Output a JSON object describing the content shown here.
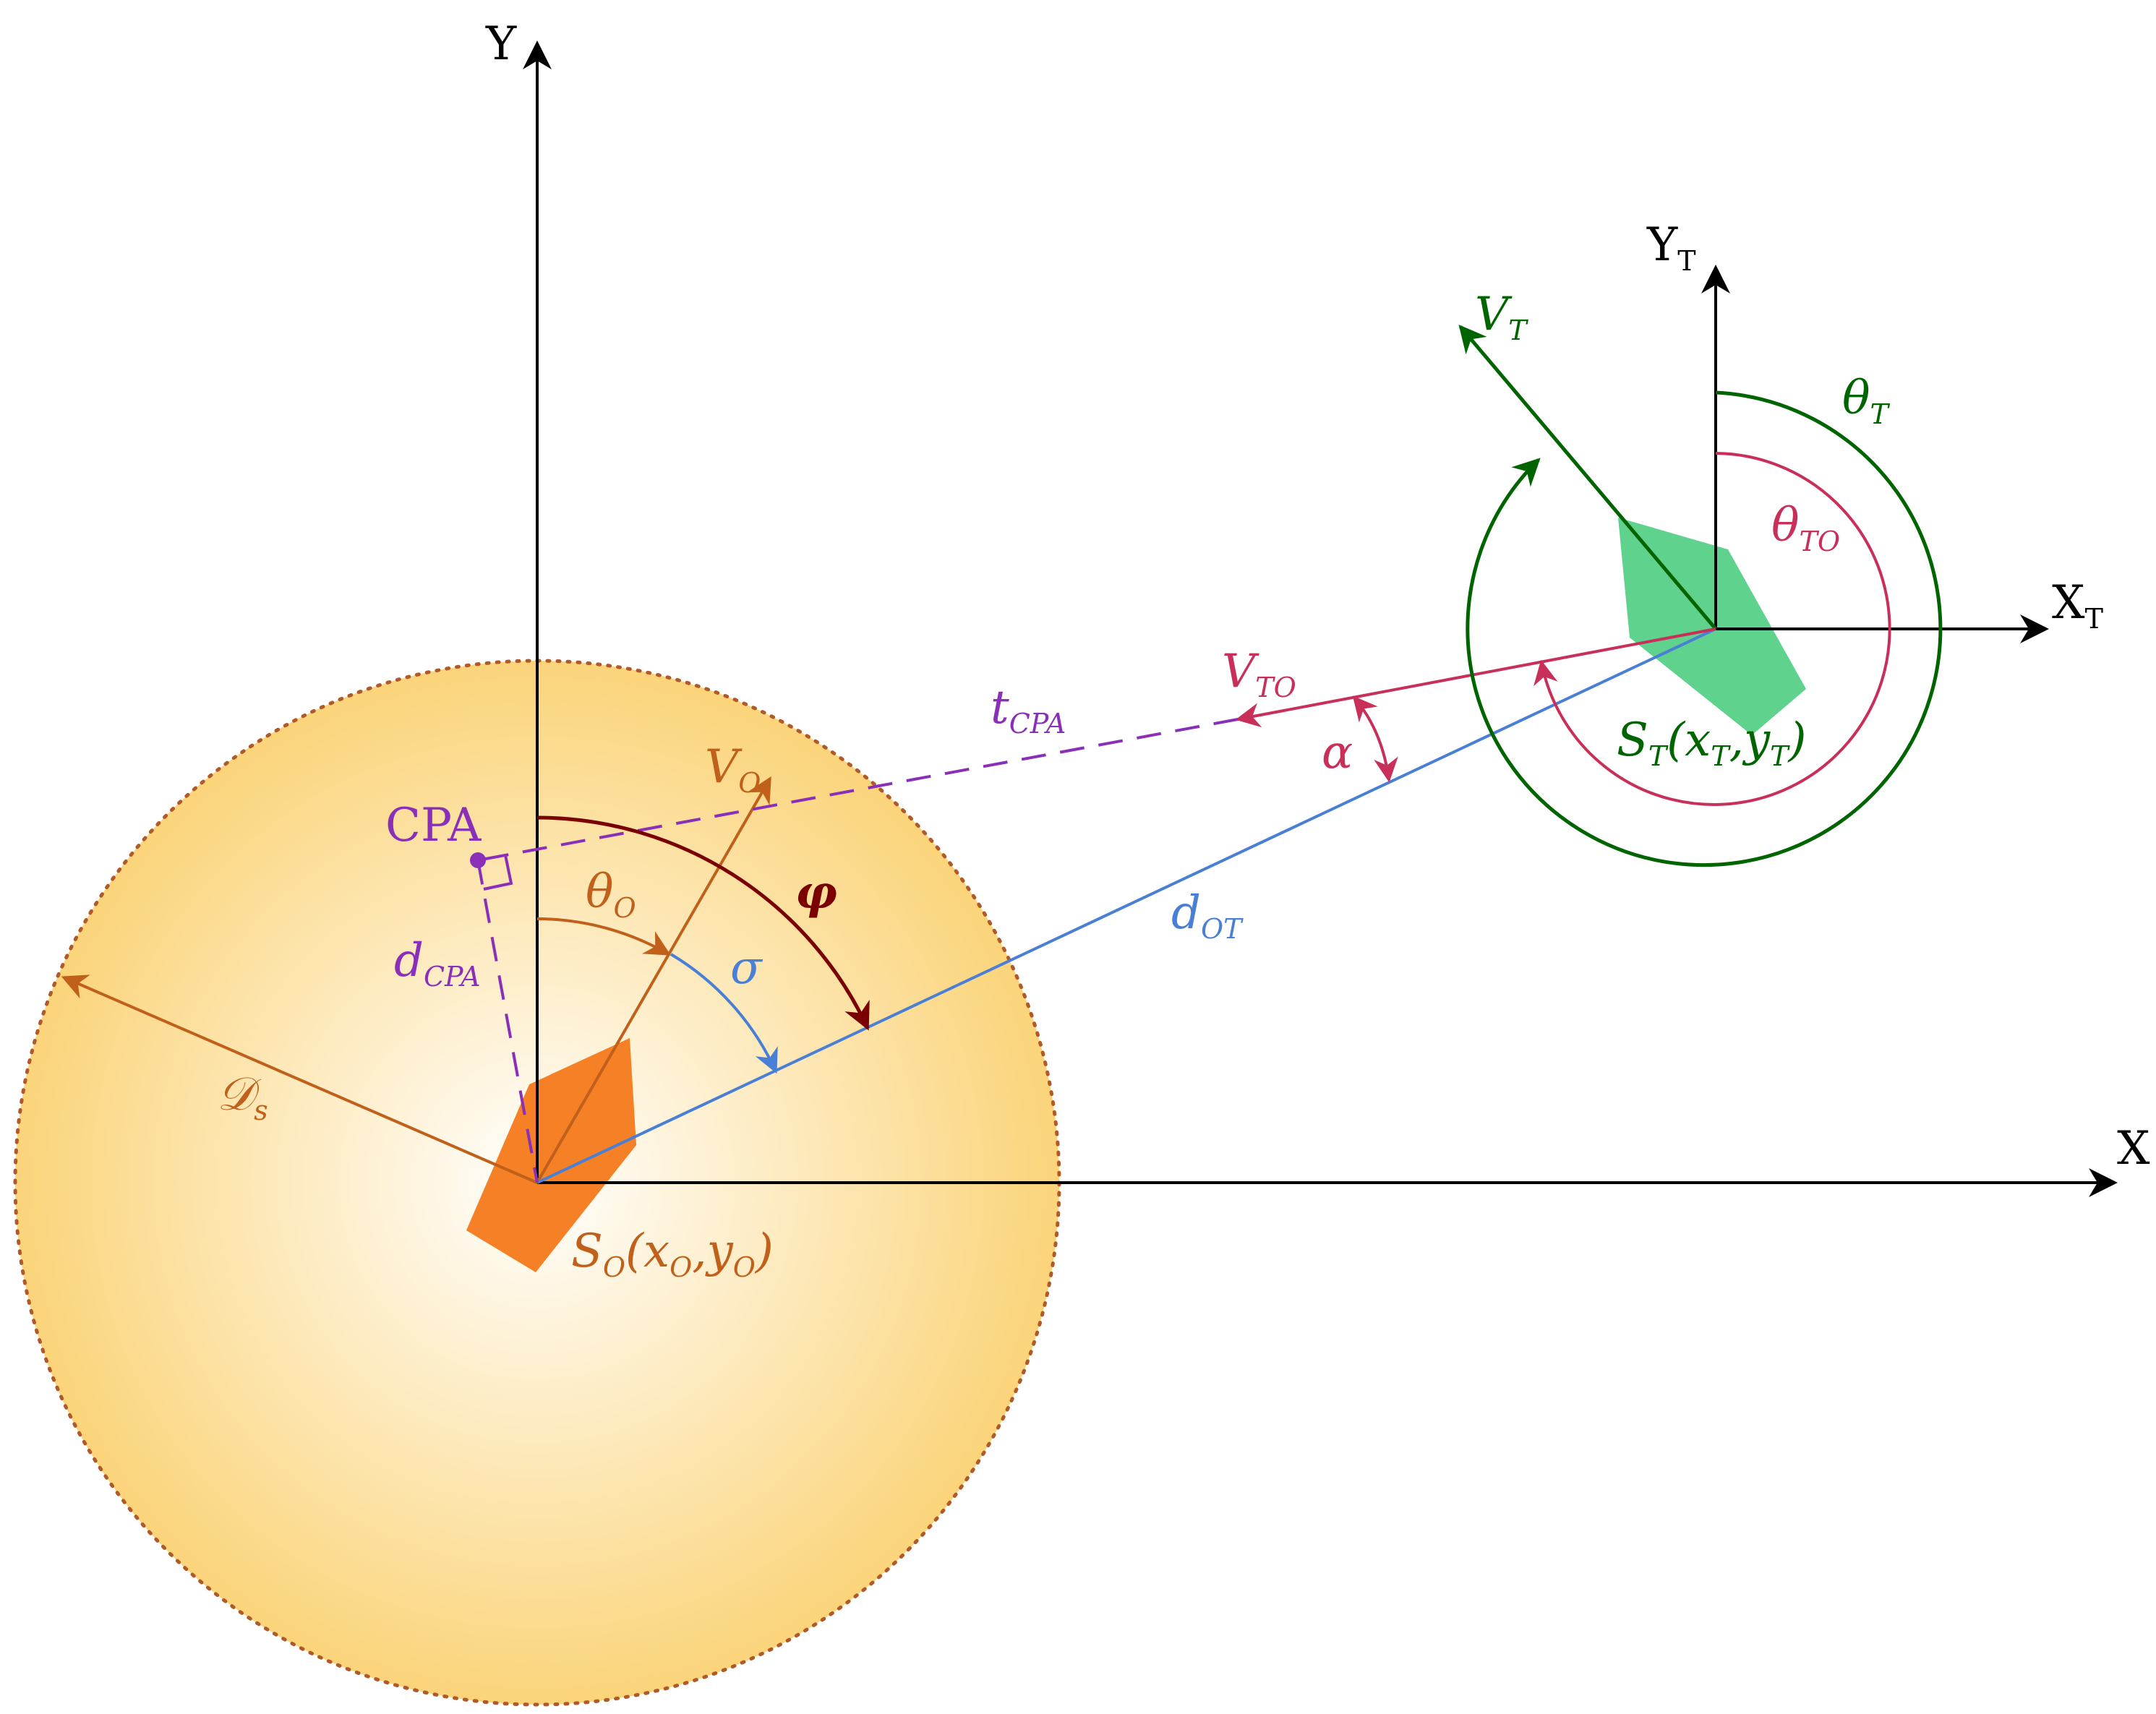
{
  "diagram": {
    "axes": {
      "x": "X",
      "y": "Y",
      "target_x": "X",
      "target_x_sub": "T",
      "target_y": "Y",
      "target_y_sub": "T"
    },
    "own_ship": {
      "label_main": "S",
      "label_sub": "O",
      "label_coords_open": "(x",
      "label_coords_sub1": "O",
      "label_coords_mid": ",y",
      "label_coords_sub2": "O",
      "label_coords_close": ")",
      "velocity": "V",
      "velocity_sub": "O",
      "heading_angle": "θ",
      "heading_angle_sub": "O",
      "color": "#f58025"
    },
    "target_ship": {
      "label_main": "S",
      "label_sub": "T",
      "label_coords_open": "(x",
      "label_coords_sub1": "T",
      "label_coords_mid": ",y",
      "label_coords_sub2": "T",
      "label_coords_close": ")",
      "velocity": "V",
      "velocity_sub": "T",
      "heading_angle": "θ",
      "heading_angle_sub": "T",
      "color": "#5fd38d"
    },
    "relative": {
      "velocity": "V",
      "velocity_sub": "TO",
      "angle": "θ",
      "angle_sub": "TO",
      "alpha": "α"
    },
    "geometry": {
      "safety_domain": "𝒟",
      "safety_domain_sub": "s",
      "distance": "d",
      "distance_sub": "OT",
      "bearing": "σ",
      "phi": "φ",
      "cpa": "CPA",
      "d_cpa": "d",
      "d_cpa_sub": "CPA",
      "t_cpa": "t",
      "t_cpa_sub": "CPA"
    },
    "colors": {
      "own": "#c0601a",
      "target": "#006400",
      "relative": "#c8305a",
      "distance": "#4a7fd6",
      "cpa": "#8a2fb8",
      "phi": "#7a0000",
      "domain_border": "#b05a2a"
    }
  }
}
